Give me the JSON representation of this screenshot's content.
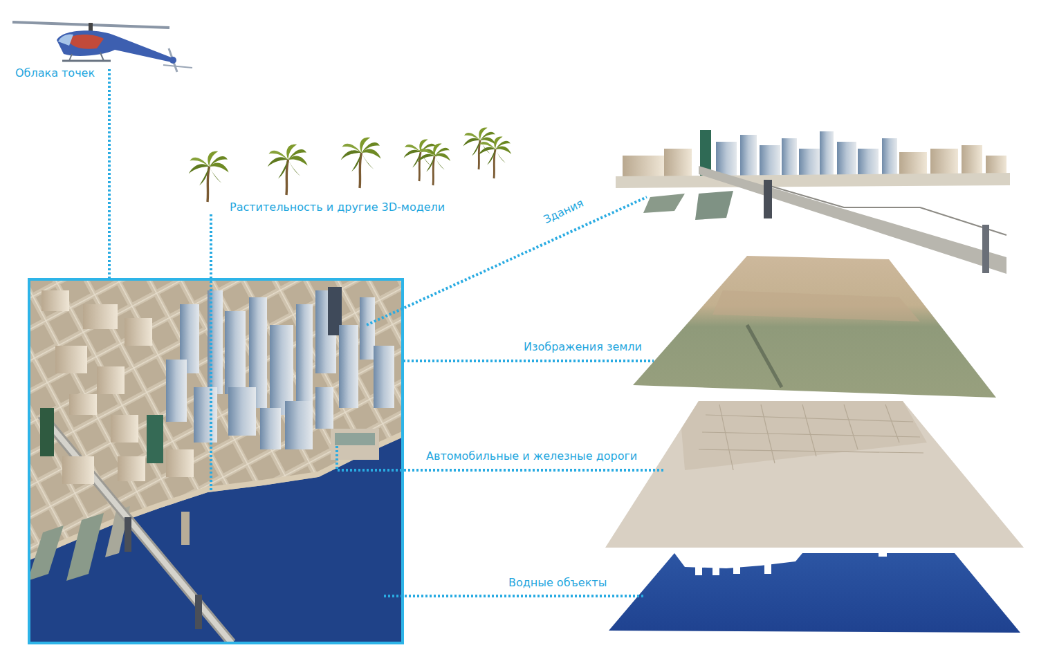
{
  "diagram": {
    "labels": [
      "Облака точек",
      "Растительность и другие 3D-модели",
      "Здания",
      "Изображения земли",
      "Автомобильные и железные дороги",
      "Водные объекты"
    ]
  }
}
